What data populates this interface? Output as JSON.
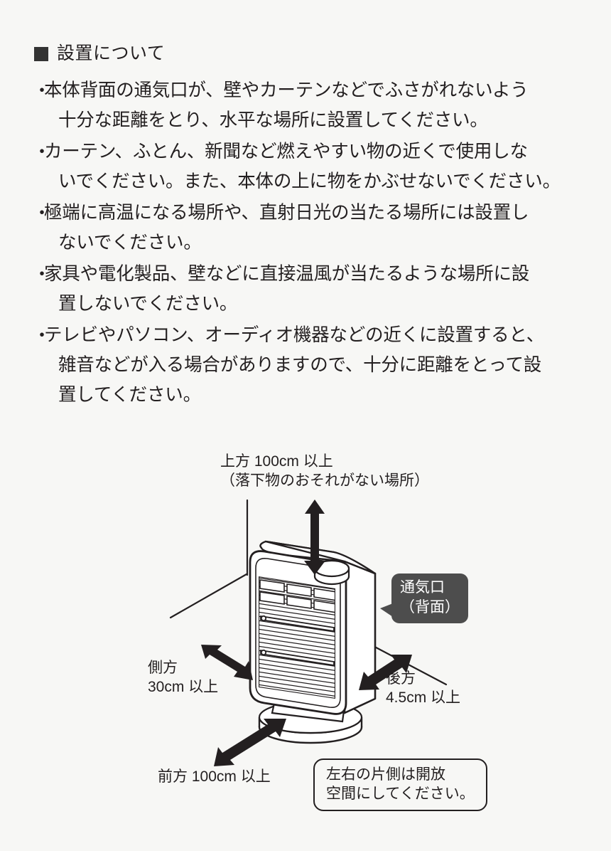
{
  "section": {
    "marker": "filled-square",
    "heading": "設置について"
  },
  "notes": [
    {
      "bullet": "・",
      "lines": [
        "本体背面の通気口が、壁やカーテンなどでふさがれないよう",
        "十分な距離をとり、水平な場所に設置してください。"
      ]
    },
    {
      "bullet": "・",
      "lines": [
        "カーテン、ふとん、新聞など燃えやすい物の近くで使用しな",
        "いでください。また、本体の上に物をかぶせないでください。"
      ]
    },
    {
      "bullet": "・",
      "lines": [
        "極端に高温になる場所や、直射日光の当たる場所には設置し",
        "ないでください。"
      ]
    },
    {
      "bullet": "・",
      "lines": [
        "家具や電化製品、壁などに直接温風が当たるような場所に設",
        "置しないでください。"
      ]
    },
    {
      "bullet": "・",
      "lines": [
        "テレビやパソコン、オーディオ機器などの近くに設置すると、",
        "雑音などが入る場合がありますので、十分に距離をとって設",
        "置してください。"
      ]
    }
  ],
  "diagram": {
    "clearances": {
      "top": {
        "line1": "上方 100cm 以上",
        "line2": "（落下物のおそれがない場所）"
      },
      "side": {
        "line1": "側方",
        "line2": "30cm 以上"
      },
      "rear": {
        "line1": "後方",
        "line2": "4.5cm 以上"
      },
      "front": {
        "line1": "前方 100cm 以上"
      }
    },
    "vent_callout": {
      "line1": "通気口",
      "line2": "（背面）"
    },
    "open_space_note": {
      "line1": "左右の片側は開放",
      "line2": "空間にしてください。"
    },
    "colors": {
      "background": "#f7f7f5",
      "ink": "#231f20",
      "callout_fill": "#4d4d4d",
      "callout_text": "#ffffff",
      "marker": "#333333"
    }
  }
}
